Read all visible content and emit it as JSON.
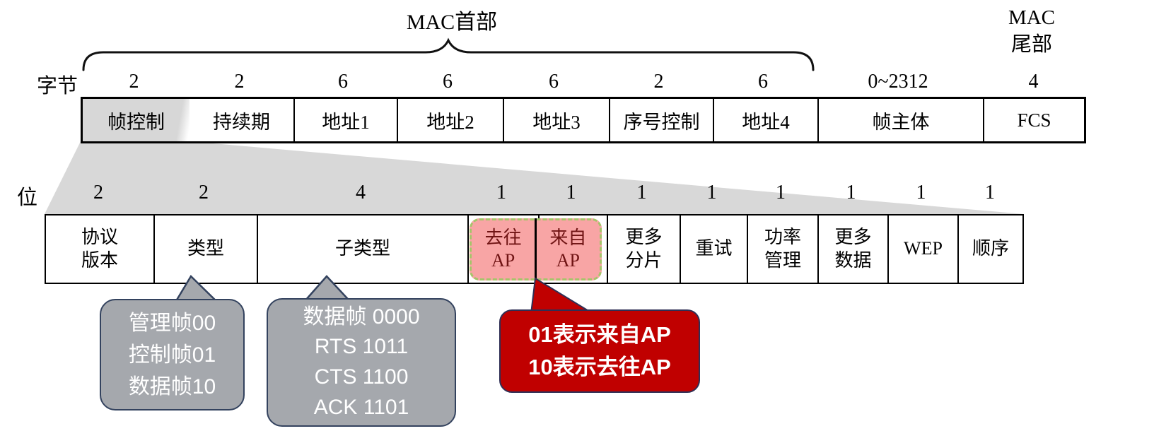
{
  "titles": {
    "mac_header": "MAC首部",
    "mac_trailer_line1": "MAC",
    "mac_trailer_line2": "尾部",
    "byte_row_label": "字节",
    "bit_row_label": "位"
  },
  "byte_fields": [
    {
      "size": "2",
      "label": "帧控制"
    },
    {
      "size": "2",
      "label": "持续期"
    },
    {
      "size": "6",
      "label": "地址1"
    },
    {
      "size": "6",
      "label": "地址2"
    },
    {
      "size": "6",
      "label": "地址3"
    },
    {
      "size": "2",
      "label": "序号控制"
    },
    {
      "size": "6",
      "label": "地址4"
    },
    {
      "size": "0~2312",
      "label": "帧主体"
    },
    {
      "size": "4",
      "label": "FCS"
    }
  ],
  "bit_fields": [
    {
      "size": "2",
      "lines": [
        "协议",
        "版本"
      ]
    },
    {
      "size": "2",
      "lines": [
        "类型"
      ]
    },
    {
      "size": "4",
      "lines": [
        "子类型"
      ]
    },
    {
      "size": "1",
      "lines": [
        "去往",
        "AP"
      ]
    },
    {
      "size": "1",
      "lines": [
        "来自",
        "AP"
      ]
    },
    {
      "size": "1",
      "lines": [
        "更多",
        "分片"
      ]
    },
    {
      "size": "1",
      "lines": [
        "重试"
      ]
    },
    {
      "size": "1",
      "lines": [
        "功率",
        "管理"
      ]
    },
    {
      "size": "1",
      "lines": [
        "更多",
        "数据"
      ]
    },
    {
      "size": "1",
      "lines": [
        "WEP"
      ]
    },
    {
      "size": "1",
      "lines": [
        "顺序"
      ]
    }
  ],
  "callouts": {
    "type_note": {
      "lines": [
        "管理帧00",
        "控制帧01",
        "数据帧10"
      ]
    },
    "subtype_note": {
      "lines": [
        "数据帧 0000",
        "RTS 1011",
        "CTS 1100",
        "ACK 1101"
      ]
    },
    "ap_note": {
      "lines": [
        "01表示来自AP",
        "10表示去往AP"
      ]
    }
  },
  "colors": {
    "highlight_pink": "#F8A5A5",
    "highlight_dash_green": "#A6C46A",
    "highlight_text_maroon": "#701414",
    "callout_gray": "#A5A8AD",
    "callout_gray_border": "#33425E",
    "callout_red": "#C00000",
    "lens_gray": "#D8D8D8"
  }
}
